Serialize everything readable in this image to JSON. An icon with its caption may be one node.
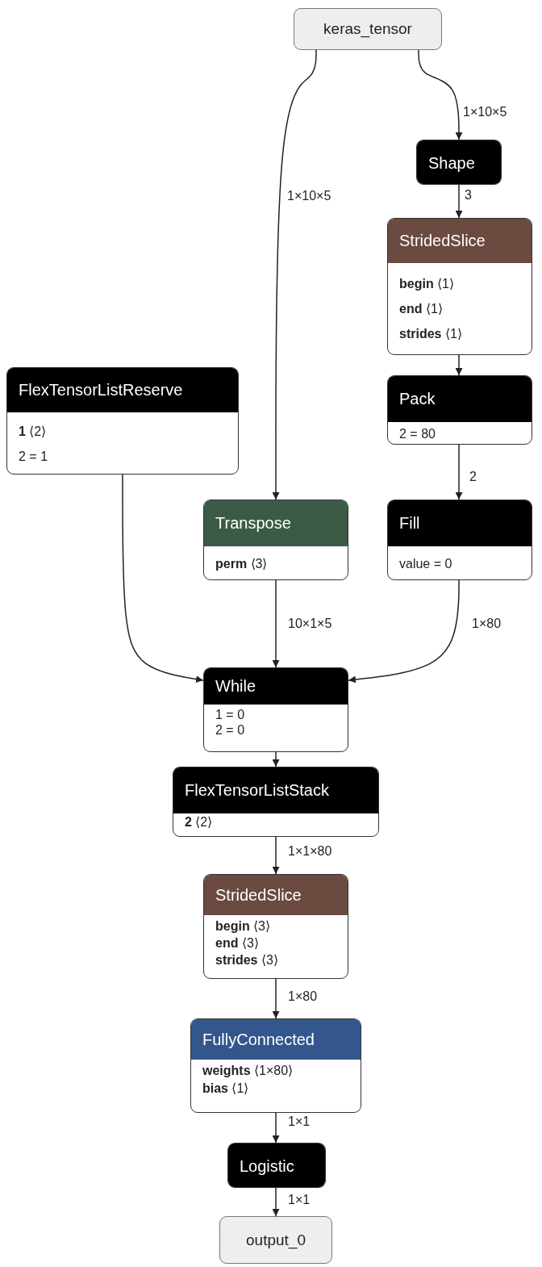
{
  "diagram": {
    "nodes": [
      {
        "text": [
          "keras_tensor"
        ]
      },
      {
        "text": [
          "Shape"
        ]
      },
      {
        "text": [
          "StridedSlice",
          "**begin** ⟨1⟩",
          "**end** ⟨1⟩",
          "**strides** ⟨1⟩"
        ]
      },
      {
        "text": [
          "FlexTensorListReserve",
          "**1** ⟨2⟩",
          "2 = 1"
        ]
      },
      {
        "text": [
          "Pack",
          "2 = 80"
        ]
      },
      {
        "text": [
          "Transpose",
          "**perm** ⟨3⟩"
        ]
      },
      {
        "text": [
          "Fill",
          "value = 0"
        ]
      },
      {
        "text": [
          "While",
          "1 = 0",
          "2 = 0"
        ]
      },
      {
        "text": [
          "FlexTensorListStack",
          "**2** ⟨2⟩"
        ]
      },
      {
        "text": [
          "StridedSlice",
          "**begin** ⟨3⟩",
          "**end** ⟨3⟩",
          "**strides** ⟨3⟩"
        ]
      },
      {
        "text": [
          "FullyConnected",
          "**weights** ⟨1×80⟩",
          "**bias** ⟨1⟩"
        ]
      },
      {
        "text": [
          "Logistic"
        ]
      },
      {
        "text": [
          "output_0"
        ]
      }
    ],
    "edges": [
      {
        "from": 0,
        "to": 1,
        "arrow": "to",
        "label": "1×10×5"
      },
      {
        "from": 0,
        "to": 5,
        "arrow": "to",
        "label": "1×10×5"
      },
      {
        "from": 1,
        "to": 2,
        "arrow": "to",
        "label": "3"
      },
      {
        "from": 2,
        "to": 4,
        "arrow": "to"
      },
      {
        "from": 4,
        "to": 6,
        "arrow": "to",
        "label": "2"
      },
      {
        "from": 3,
        "to": 7,
        "arrow": "to"
      },
      {
        "from": 5,
        "to": 7,
        "arrow": "to",
        "label": "10×1×5"
      },
      {
        "from": 6,
        "to": 7,
        "arrow": "to",
        "label": "1×80"
      },
      {
        "from": 7,
        "to": 8,
        "arrow": "to"
      },
      {
        "from": 8,
        "to": 9,
        "arrow": "to",
        "label": "1×1×80"
      },
      {
        "from": 9,
        "to": 10,
        "arrow": "to",
        "label": "1×80"
      },
      {
        "from": 10,
        "to": 11,
        "arrow": "to",
        "label": "1×1"
      },
      {
        "from": 11,
        "to": 12,
        "arrow": "to",
        "label": "1×1"
      }
    ]
  }
}
